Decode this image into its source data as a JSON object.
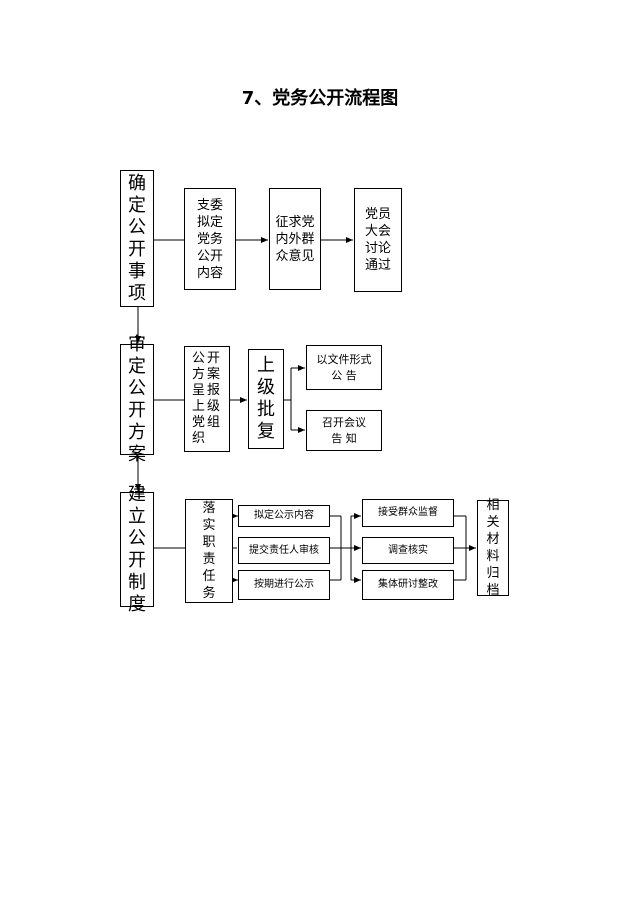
{
  "title": "7、党务公开流程图",
  "stages": [
    {
      "label": "确定公开事项",
      "steps": [
        "支委拟定党务公开内容",
        "征求党内外群众意见",
        "党员大会讨论通过"
      ]
    },
    {
      "label": "审定公开方案",
      "submit": [
        "公开",
        "方案",
        "呈报",
        "上级",
        "党组",
        "织"
      ],
      "approve": "上级批复",
      "outcomes": [
        "以文件形式 公 告",
        "召开会议 告 知"
      ]
    },
    {
      "label": "建立公开制度",
      "duty": "落实职责任务",
      "actions": [
        "拟定公示内容",
        "提交责任人审核",
        "按期进行公示"
      ],
      "feedback": [
        "接受群众监督",
        "调查核实",
        "集体研讨整改"
      ],
      "archive": "相关材料归档"
    }
  ]
}
